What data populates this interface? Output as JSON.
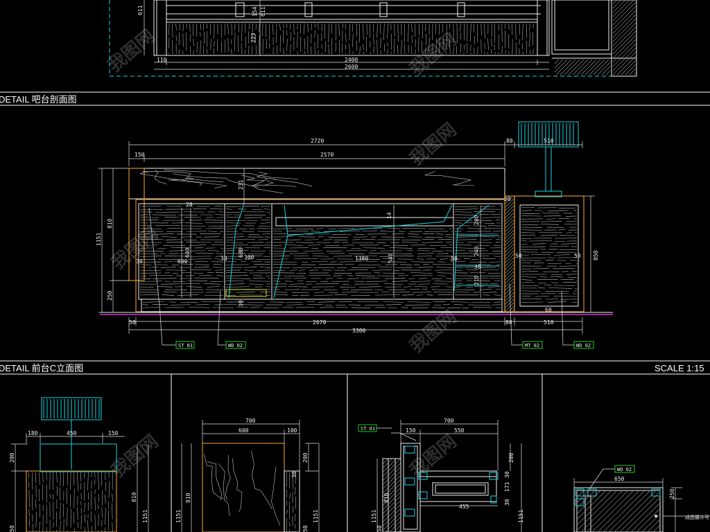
{
  "sections": {
    "top_title": "DETAIL 吧台剖面图",
    "middle_title": "DETAIL 前台C立面图",
    "scale_label": "SCALE 1:15"
  },
  "top_plan": {
    "dims": [
      "110",
      "2400",
      "2600",
      "223",
      "611",
      "154",
      "611"
    ]
  },
  "elevation": {
    "dims_top": [
      "2720",
      "80",
      "510",
      "150",
      "2570"
    ],
    "dims_left": [
      "1151",
      "810",
      "250"
    ],
    "dims_inner": [
      "231",
      "20",
      "640",
      "600",
      "30",
      "680",
      "300",
      "1380",
      "540",
      "200",
      "240",
      "30",
      "210",
      "14",
      "50",
      "850",
      "50",
      "50",
      "60",
      "30",
      "30",
      "50"
    ],
    "dims_bottom": [
      "50",
      "2670",
      "3300",
      "80",
      "510"
    ],
    "tags": [
      "ST 01",
      "WD 02",
      "MT 02",
      "WD 02"
    ]
  },
  "details": {
    "d1_dims": [
      "180",
      "450",
      "150",
      "200",
      "810",
      "1151",
      "50"
    ],
    "d2_dims": [
      "700",
      "600",
      "100",
      "200",
      "810",
      "1151",
      "30",
      "1151",
      "50"
    ],
    "d3_dims": [
      "700",
      "150",
      "550",
      "200",
      "810",
      "1151",
      "30",
      "171",
      "30",
      "455",
      "1151",
      "50"
    ],
    "d3_tag": "ST 01",
    "d4_dims": [
      "650",
      "250"
    ],
    "d4_tag": "WD 02",
    "d4_note": "成品猫斗号"
  },
  "watermark": "我图网"
}
